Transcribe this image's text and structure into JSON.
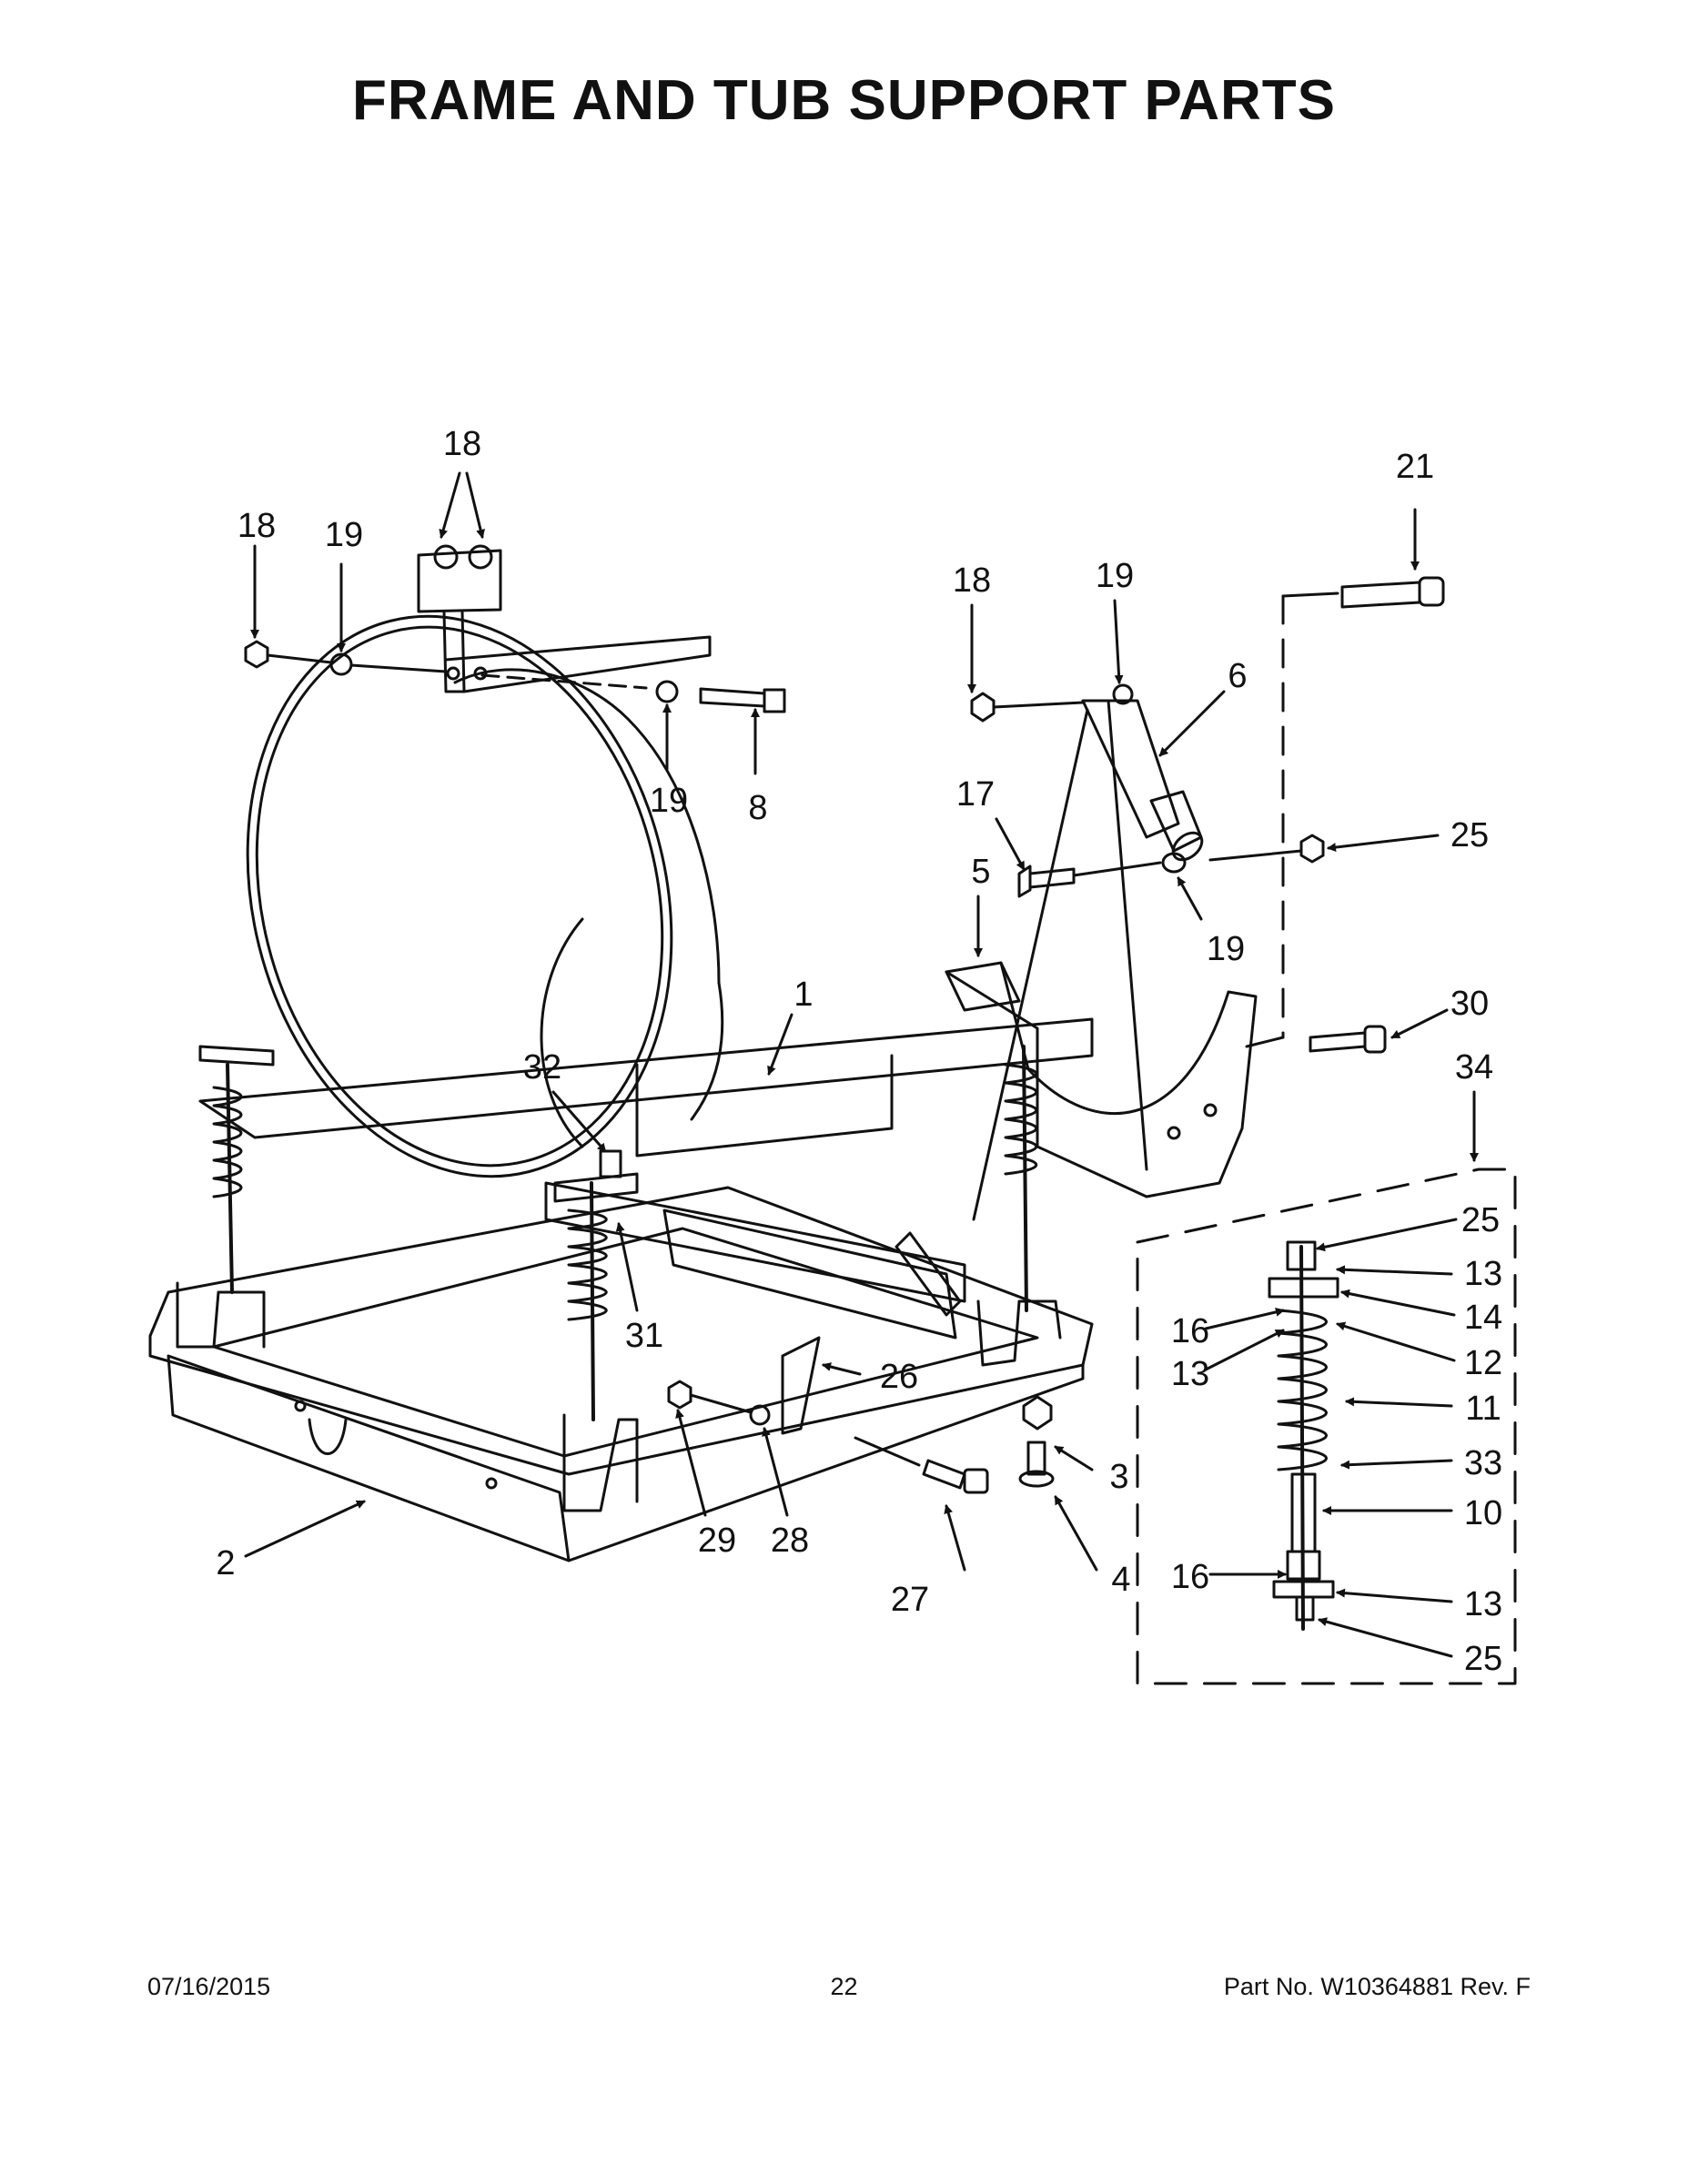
{
  "page": {
    "title": "FRAME AND TUB SUPPORT PARTS",
    "footer": {
      "date": "07/16/2015",
      "page_number": "22",
      "part_number": "Part No.  W10364881  Rev.  F"
    }
  },
  "callouts": {
    "c1": "1",
    "c2": "2",
    "c3": "3",
    "c4": "4",
    "c5": "5",
    "c6": "6",
    "c8": "8",
    "c10": "10",
    "c11": "11",
    "c12": "12",
    "c13a": "13",
    "c13b": "13",
    "c13c": "13",
    "c14": "14",
    "c16a": "16",
    "c16b": "16",
    "c17": "17",
    "c18a": "18",
    "c18b": "18",
    "c18c": "18",
    "c19a": "19",
    "c19b": "19",
    "c19c": "19",
    "c19d": "19",
    "c21": "21",
    "c25a": "25",
    "c25b": "25",
    "c25c": "25",
    "c26": "26",
    "c27": "27",
    "c28": "28",
    "c29": "29",
    "c30": "30",
    "c31": "31",
    "c32": "32",
    "c33": "33",
    "c34": "34"
  }
}
